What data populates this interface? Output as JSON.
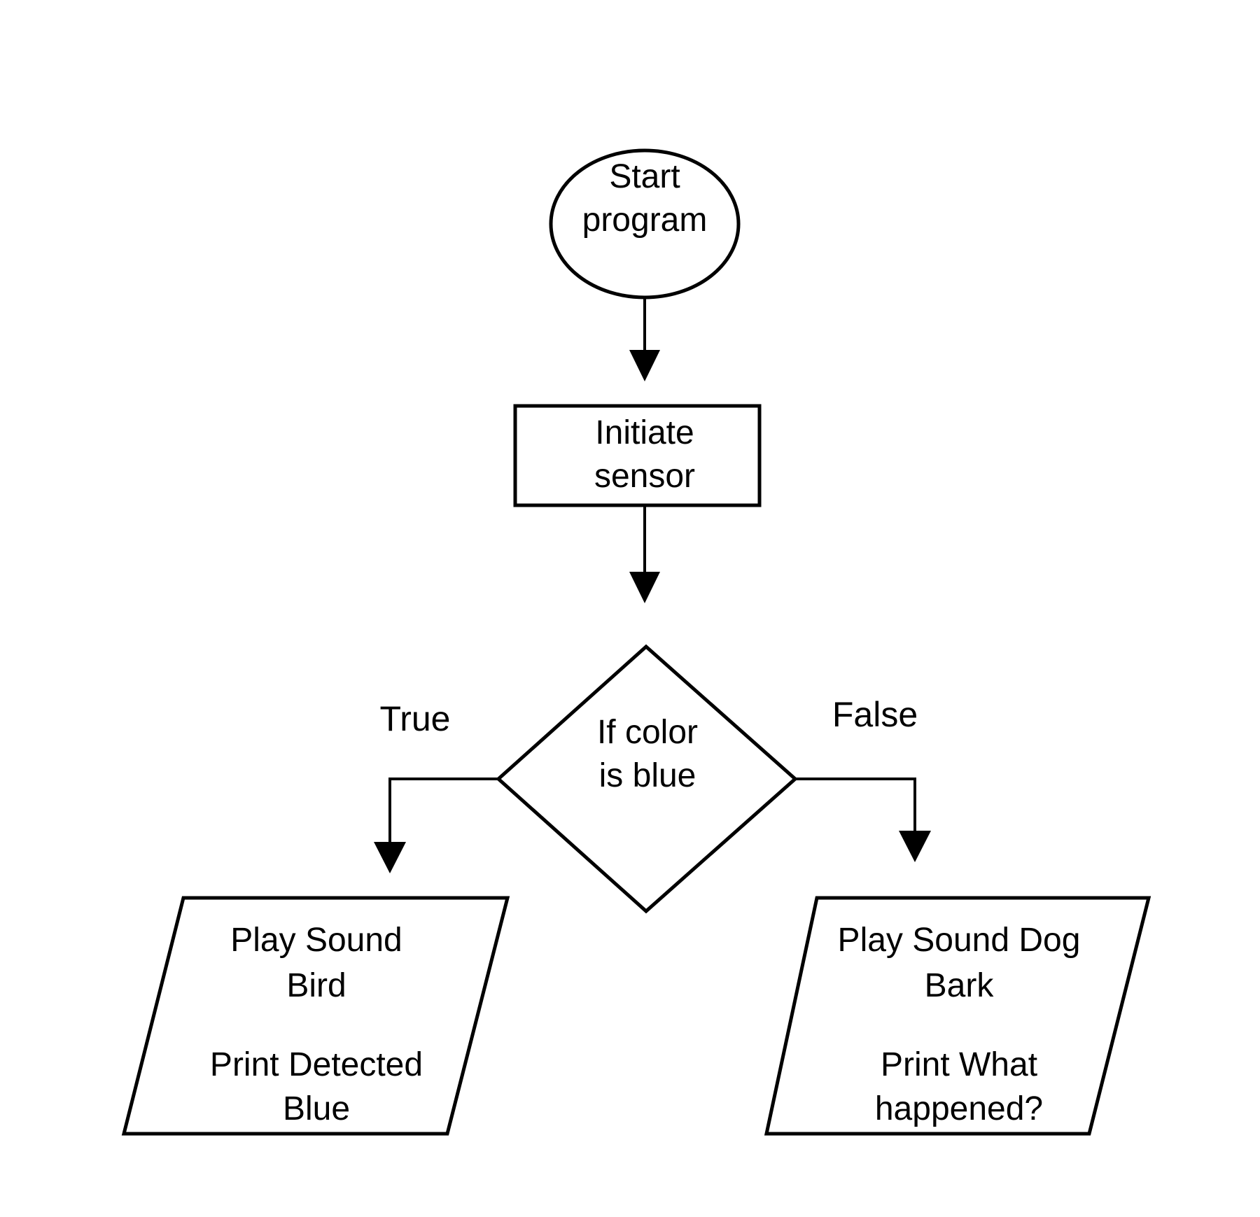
{
  "diagram": {
    "type": "flowchart",
    "background_color": "#ffffff",
    "stroke_color": "#000000",
    "text_color": "#000000",
    "nodes": [
      {
        "id": "start",
        "shape": "ellipse",
        "role": "terminator",
        "lines": [
          "Start",
          "program"
        ]
      },
      {
        "id": "initiate-sensor",
        "shape": "rectangle",
        "role": "process",
        "lines": [
          "Initiate",
          "sensor"
        ]
      },
      {
        "id": "if-color-is-blue",
        "shape": "diamond",
        "role": "decision",
        "lines": [
          "If color",
          "is blue"
        ]
      },
      {
        "id": "play-sound-bird",
        "shape": "parallelogram",
        "role": "input-output",
        "lines": [
          "Play Sound",
          "Bird",
          "",
          "Print Detected",
          "Blue"
        ]
      },
      {
        "id": "play-sound-dog-bark",
        "shape": "parallelogram",
        "role": "input-output",
        "lines": [
          "Play Sound Dog",
          "Bark",
          "",
          "Print What",
          "happened?"
        ]
      }
    ],
    "edges": [
      {
        "id": "start-to-sensor",
        "label": "",
        "from": "start",
        "to": "initiate-sensor"
      },
      {
        "id": "sensor-to-decision",
        "label": "",
        "from": "initiate-sensor",
        "to": "if-color-is-blue"
      },
      {
        "id": "decision-true",
        "label": "True",
        "from": "if-color-is-blue",
        "to": "play-sound-bird"
      },
      {
        "id": "decision-false",
        "label": "False",
        "from": "if-color-is-blue",
        "to": "play-sound-dog-bark"
      }
    ]
  }
}
